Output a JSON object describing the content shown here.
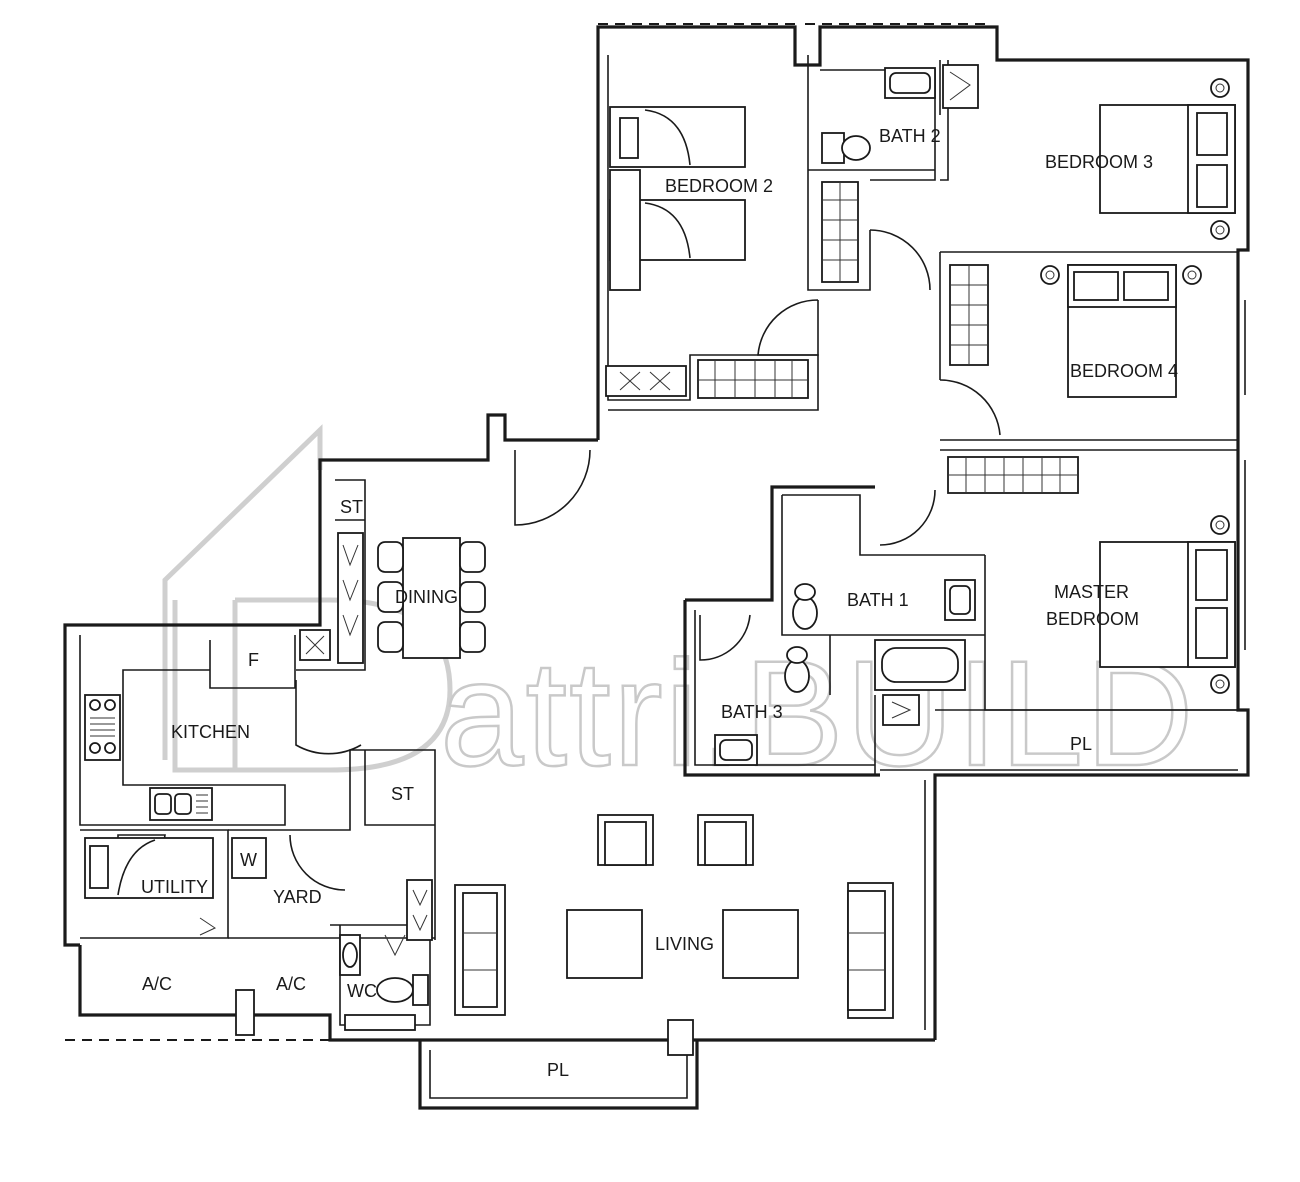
{
  "rooms": {
    "bedroom2": "BEDROOM 2",
    "bedroom3": "BEDROOM 3",
    "bedroom4": "BEDROOM 4",
    "bath2": "BATH 2",
    "bath1": "BATH 1",
    "bath3": "BATH 3",
    "master_line1": "MASTER",
    "master_line2": "BEDROOM",
    "dining": "DINING",
    "kitchen": "KITCHEN",
    "utility": "UTILITY",
    "yard": "YARD",
    "living": "LIVING",
    "wc": "WC",
    "st_top": "ST",
    "st_yard": "ST",
    "fridge": "F",
    "washer": "W",
    "ac_left": "A/C",
    "ac_right": "A/C",
    "pl_right": "PL",
    "pl_bottom": "PL"
  },
  "watermark": {
    "text": "attri.BUILD"
  }
}
